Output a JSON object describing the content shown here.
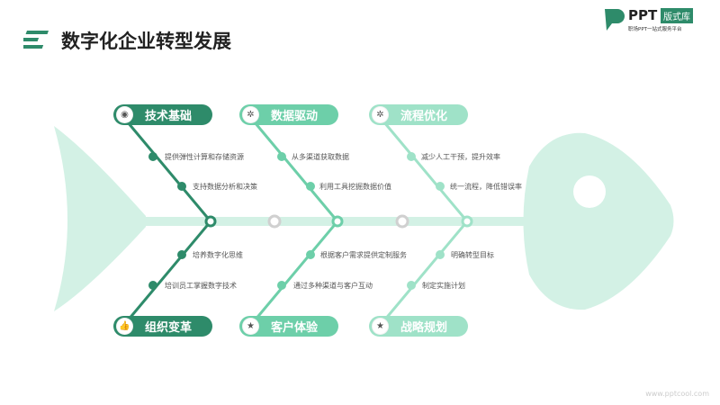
{
  "header": {
    "title": "数字化企业转型发展"
  },
  "logo": {
    "brand": "PPT",
    "badge": "版式库",
    "tagline": "职场PPT一站式服务平台"
  },
  "footer": {
    "url": "www.pptcool.com"
  },
  "colors": {
    "dark": "#2e8b6a",
    "mid": "#6dcfa9",
    "light": "#9fe2c8",
    "body": "#d3f1e5"
  },
  "categories": [
    {
      "label": "技术基础",
      "icon": "eye-icon",
      "items": [
        "提供弹性计算和存储资源",
        "支持数据分析和决策"
      ]
    },
    {
      "label": "数据驱动",
      "icon": "gear-icon",
      "items": [
        "从多渠道获取数据",
        "利用工具挖掘数据价值"
      ]
    },
    {
      "label": "流程优化",
      "icon": "gear-icon",
      "items": [
        "减少人工干预，提升效率",
        "统一流程，降低错误率"
      ]
    },
    {
      "label": "组织变革",
      "icon": "thumbs-up-icon",
      "items": [
        "培养数字化思维",
        "培训员工掌握数字技术"
      ]
    },
    {
      "label": "客户体验",
      "icon": "star-icon",
      "items": [
        "根据客户需求提供定制服务",
        "通过多种渠道与客户互动"
      ]
    },
    {
      "label": "战略规划",
      "icon": "star-icon",
      "items": [
        "明确转型目标",
        "制定实施计划"
      ]
    }
  ]
}
